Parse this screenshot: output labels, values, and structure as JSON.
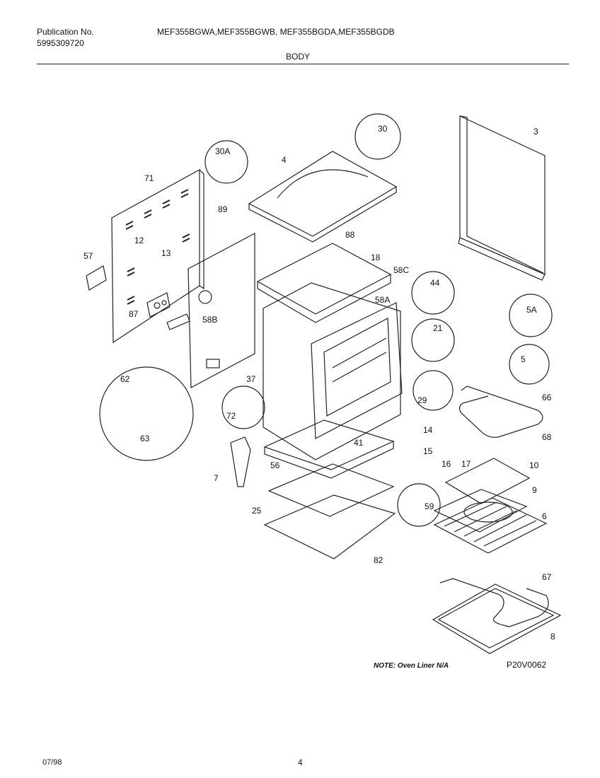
{
  "header": {
    "publication_label": "Publication No.",
    "publication_number": "5995309720",
    "models": "MEF355BGWA,MEF355BGWB, MEF355BGDA,MEF355BGDB",
    "section_title": "BODY"
  },
  "diagram": {
    "callouts": [
      "3",
      "4",
      "5",
      "5A",
      "6",
      "7",
      "8",
      "9",
      "10",
      "12",
      "13",
      "14",
      "15",
      "16",
      "17",
      "18",
      "21",
      "25",
      "29",
      "30",
      "30A",
      "37",
      "41",
      "44",
      "56",
      "57",
      "58A",
      "58B",
      "58C",
      "59",
      "62",
      "63",
      "66",
      "67",
      "68",
      "71",
      "72",
      "82",
      "87",
      "88",
      "89"
    ],
    "note": "NOTE: Oven Liner N/A",
    "drawing_code": "P20V0062"
  },
  "footer": {
    "date": "07/98",
    "page": "4"
  }
}
